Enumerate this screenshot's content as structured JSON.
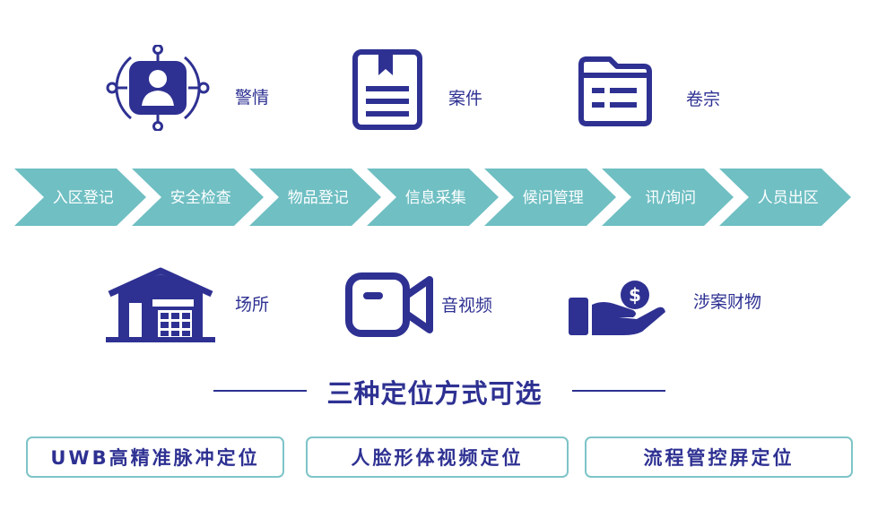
{
  "top_items": [
    {
      "label": "警情",
      "icon": "alarm-person-icon"
    },
    {
      "label": "案件",
      "icon": "case-document-icon"
    },
    {
      "label": "卷宗",
      "icon": "file-folder-icon"
    }
  ],
  "flow_steps": [
    "入区登记",
    "安全检查",
    "物品登记",
    "信息采集",
    "候问管理",
    "讯/询问",
    "人员出区"
  ],
  "bottom_items": [
    {
      "label": "场所",
      "icon": "warehouse-icon"
    },
    {
      "label": "音视频",
      "icon": "video-camera-icon"
    },
    {
      "label": "涉案财物",
      "icon": "hand-money-icon"
    }
  ],
  "headline": "三种定位方式可选",
  "options": [
    "UWB高精准脉冲定位",
    "人脸形体视频定位",
    "流程管控屏定位"
  ],
  "colors": {
    "primary": "#2e3192",
    "flow": "#6fbfc3",
    "option_border": "#7ec4c8"
  }
}
